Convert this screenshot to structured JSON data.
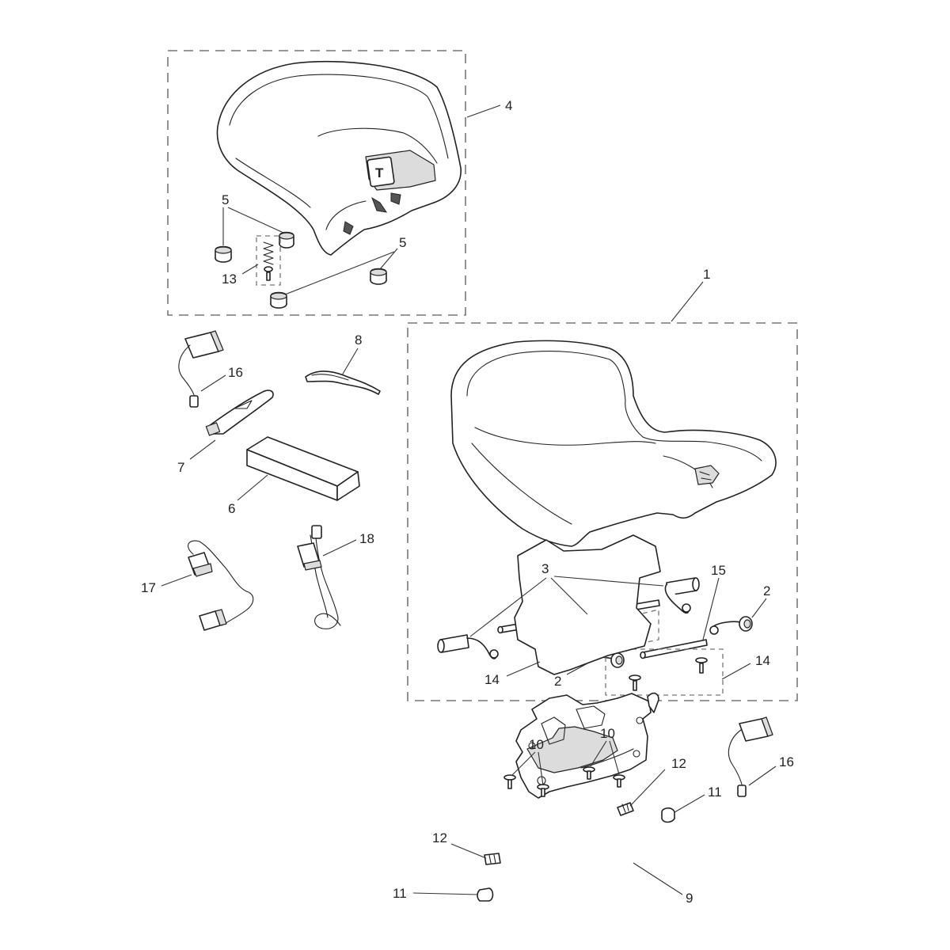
{
  "callouts": {
    "c1": "1",
    "c2a": "2",
    "c2b": "2",
    "c3": "3",
    "c4": "4",
    "c5a": "5",
    "c5b": "5",
    "c6": "6",
    "c7": "7",
    "c8": "8",
    "c9": "9",
    "c10a": "10",
    "c10b": "10",
    "c11a": "11",
    "c11b": "11",
    "c12a": "12",
    "c12b": "12",
    "c13": "13",
    "c14a": "14",
    "c14b": "14",
    "c15": "15",
    "c16a": "16",
    "c16b": "16",
    "c17": "17",
    "c18": "18"
  },
  "logo_letter": "T",
  "colors": {
    "line": "#222222",
    "dash": "#777777",
    "background": "#ffffff"
  }
}
